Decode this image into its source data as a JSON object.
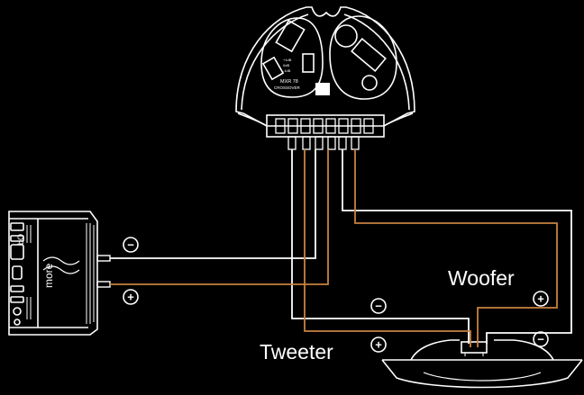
{
  "labels": {
    "woofer": "Woofer",
    "tweeter": "Tweeter"
  },
  "amplifier": {
    "brand": "more",
    "connector_label": "bO"
  },
  "crossover": {
    "model_text": "MXR 78",
    "sub_text": "CROSSOVER",
    "level_labels": [
      "+1dB",
      "0dB",
      "-1dB"
    ]
  },
  "polarity": {
    "minus": "−",
    "plus": "+"
  },
  "colors": {
    "background": "#000000",
    "line": "#ffffff",
    "positive_wire": "#c8823f",
    "negative_wire": "#ffffff"
  }
}
